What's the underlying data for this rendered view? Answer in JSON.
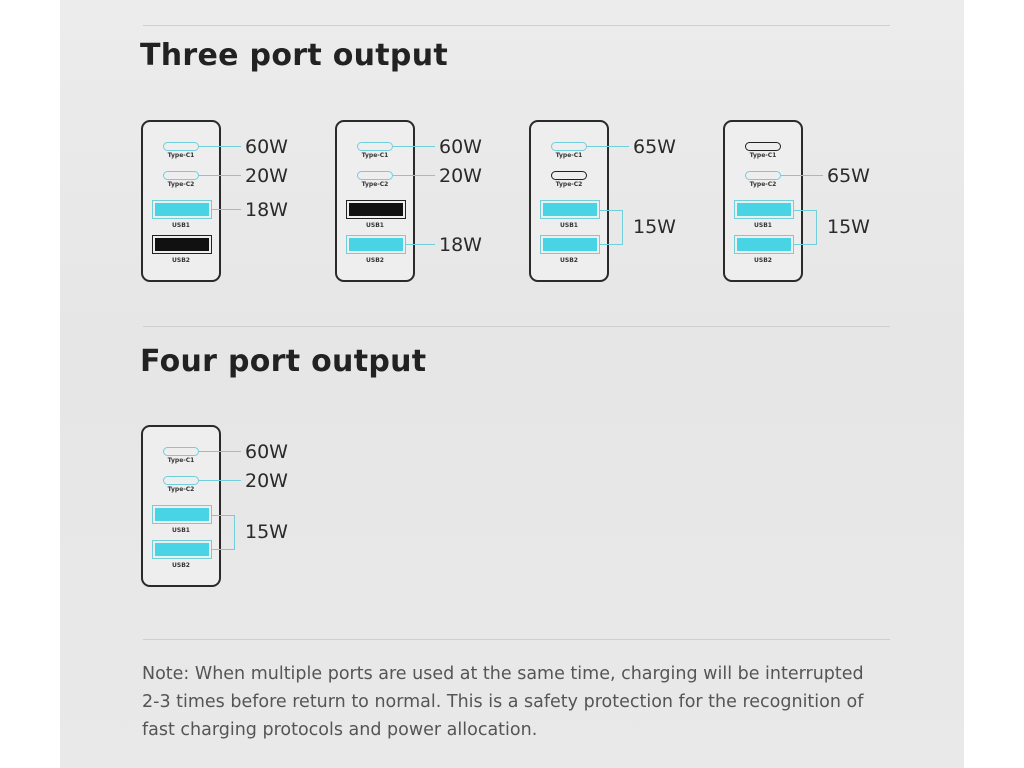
{
  "sections": {
    "three_port": {
      "title": "Three port output",
      "chargers": [
        {
          "ports": [
            {
              "type": "c",
              "label": "Type-C1",
              "active": true
            },
            {
              "type": "c",
              "label": "Type-C2",
              "active": true
            },
            {
              "type": "a",
              "label": "USB1",
              "active": true
            },
            {
              "type": "a",
              "label": "USB2",
              "active": false
            }
          ],
          "outputs": [
            {
              "watts": "60W",
              "ports": [
                0
              ]
            },
            {
              "watts": "20W",
              "ports": [
                1
              ]
            },
            {
              "watts": "18W",
              "ports": [
                2
              ]
            }
          ]
        },
        {
          "ports": [
            {
              "type": "c",
              "label": "Type-C1",
              "active": true
            },
            {
              "type": "c",
              "label": "Type-C2",
              "active": true
            },
            {
              "type": "a",
              "label": "USB1",
              "active": false
            },
            {
              "type": "a",
              "label": "USB2",
              "active": true
            }
          ],
          "outputs": [
            {
              "watts": "60W",
              "ports": [
                0
              ]
            },
            {
              "watts": "20W",
              "ports": [
                1
              ]
            },
            {
              "watts": "18W",
              "ports": [
                3
              ]
            }
          ]
        },
        {
          "ports": [
            {
              "type": "c",
              "label": "Type-C1",
              "active": true
            },
            {
              "type": "c",
              "label": "Type-C2",
              "active": false
            },
            {
              "type": "a",
              "label": "USB1",
              "active": true
            },
            {
              "type": "a",
              "label": "USB2",
              "active": true
            }
          ],
          "outputs": [
            {
              "watts": "65W",
              "ports": [
                0
              ]
            },
            {
              "watts": "15W",
              "ports": [
                2,
                3
              ]
            }
          ]
        },
        {
          "ports": [
            {
              "type": "c",
              "label": "Type-C1",
              "active": false
            },
            {
              "type": "c",
              "label": "Type-C2",
              "active": true
            },
            {
              "type": "a",
              "label": "USB1",
              "active": true
            },
            {
              "type": "a",
              "label": "USB2",
              "active": true
            }
          ],
          "outputs": [
            {
              "watts": "65W",
              "ports": [
                1
              ]
            },
            {
              "watts": "15W",
              "ports": [
                2,
                3
              ]
            }
          ]
        }
      ]
    },
    "four_port": {
      "title": "Four port output",
      "chargers": [
        {
          "ports": [
            {
              "type": "c",
              "label": "Type-C1",
              "active": true
            },
            {
              "type": "c",
              "label": "Type-C2",
              "active": true
            },
            {
              "type": "a",
              "label": "USB1",
              "active": true
            },
            {
              "type": "a",
              "label": "USB2",
              "active": true
            }
          ],
          "outputs": [
            {
              "watts": "60W",
              "ports": [
                0
              ]
            },
            {
              "watts": "20W",
              "ports": [
                1
              ]
            },
            {
              "watts": "15W",
              "ports": [
                2,
                3
              ]
            }
          ]
        }
      ]
    }
  },
  "note": "Note: When multiple ports are used at the same time, charging will be interrupted\n2-3 times before return to normal. This is a safety protection for the recognition of\nfast charging protocols and power allocation.",
  "colors": {
    "active_port": "#48d4e4",
    "inactive_port": "#111111"
  }
}
